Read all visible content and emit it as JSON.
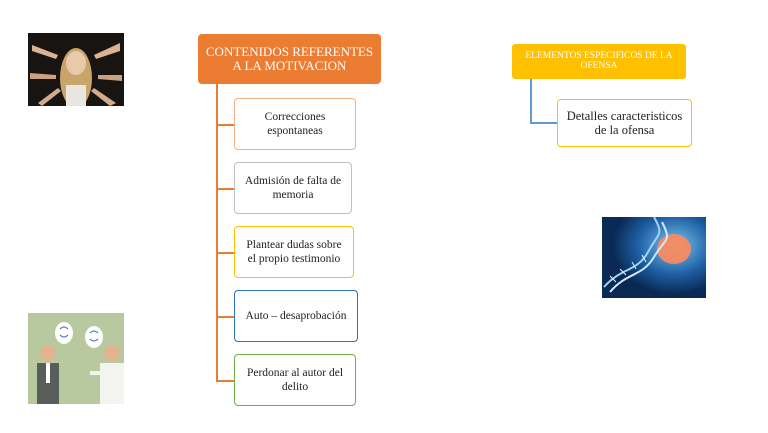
{
  "motivacion": {
    "title": "CONTENIDOS REFERENTES A LA MOTIVACION",
    "color": "#ec7c31",
    "items": [
      {
        "label": "Correcciones espontaneas",
        "border": "#f4b183"
      },
      {
        "label": "Admisión de falta de memoria",
        "border": "#bfbfbf"
      },
      {
        "label": "Plantear dudas sobre el propio testimonio",
        "border": "#ffc000"
      },
      {
        "label": "Auto – desaprobación",
        "border": "#2e75b6"
      },
      {
        "label": "Perdonar al autor del delito",
        "border": "#70ad47"
      }
    ]
  },
  "ofensa": {
    "title": "ELEMENTOS ESPECIFICOS DE LA OFENSA",
    "color": "#ffc000",
    "items": [
      {
        "label": "Detalles caracteristicos de la ofensa",
        "border": "#ffc000"
      }
    ]
  },
  "images": {
    "top_left": "pointing-fingers-photo",
    "bottom_left": "two-men-talking-illustration",
    "right": "brain-dna-photo"
  }
}
